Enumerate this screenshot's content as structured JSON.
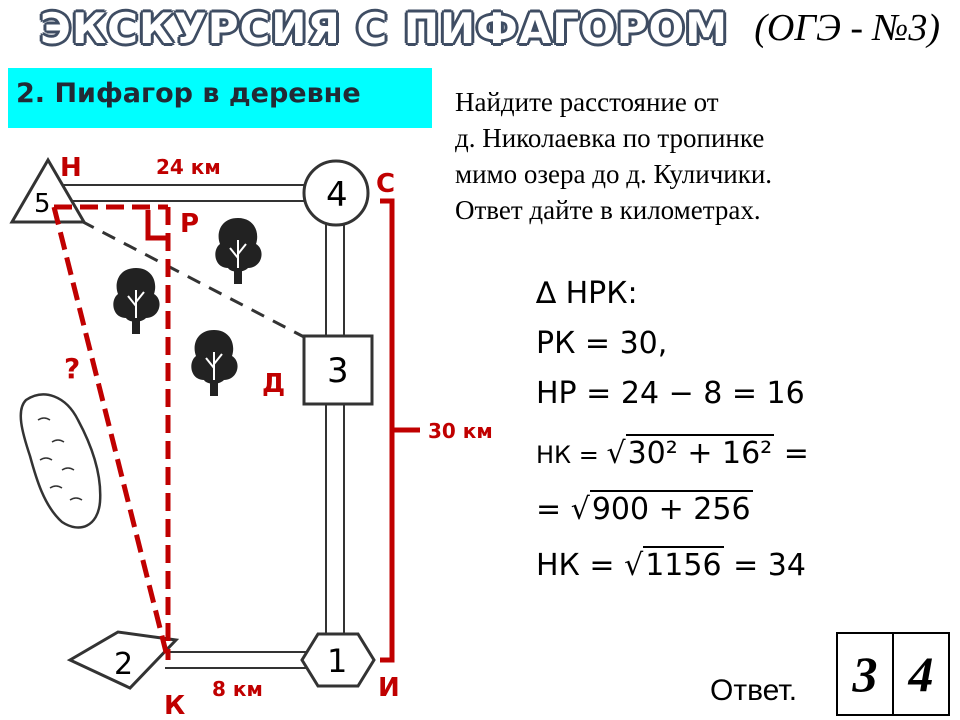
{
  "header": {
    "title": "ЭКСКУРСИЯ С ПИФАГОРОМ",
    "exam": "(ОГЭ - №3)"
  },
  "section": {
    "title": "2. Пифагор в деревне"
  },
  "task": {
    "lines": [
      "Найдите расстояние от",
      "д. Николаевка по тропинке",
      "мимо озера до д. Куличики.",
      "Ответ дайте в километрах."
    ]
  },
  "diagram": {
    "points": {
      "H": "Н",
      "C": "С",
      "P": "Р",
      "D": "Д",
      "K": "К",
      "I": "И",
      "question": "?"
    },
    "distances": {
      "top": "24 км",
      "right": "30 км",
      "bottom": "8 км"
    },
    "houses": {
      "n5": "5",
      "n4": "4",
      "n3": "3",
      "n2": "2",
      "n1": "1"
    },
    "colors": {
      "accent": "#c00000",
      "road": "#333333"
    }
  },
  "solution": {
    "line1": "∆ НРК:",
    "line2": "РК = 30,",
    "line3": "НР = 24 − 8 = 16",
    "line4_prefix": "НК = ",
    "line4_radicand": "30² + 16²",
    "line4_suffix": " =",
    "line5_prefix": "= ",
    "line5_radicand": "900 + 256",
    "line6_prefix": "НК = ",
    "line6_radicand": "1156",
    "line6_suffix": " = 34"
  },
  "answer": {
    "label": "Ответ.",
    "digits": [
      "3",
      "4"
    ]
  }
}
